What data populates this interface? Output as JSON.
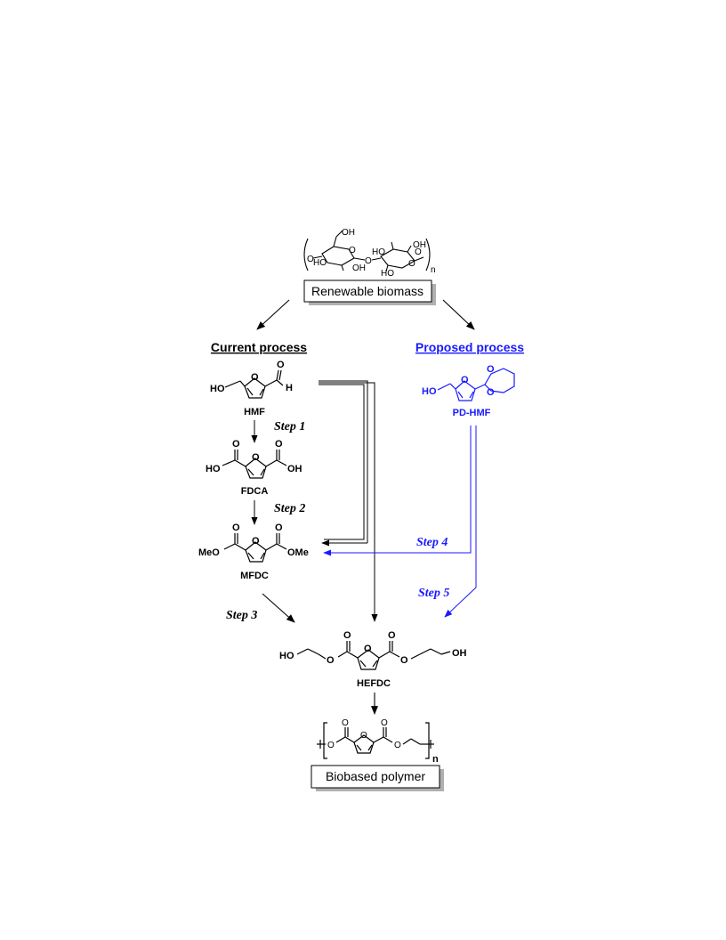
{
  "colors": {
    "black": "#000000",
    "blue": "#1a1aff"
  },
  "top": {
    "polymer_n": "n",
    "atoms": [
      "OH",
      "O",
      "O",
      "HO",
      "OH",
      "O",
      "HO",
      "OH",
      "O",
      "O",
      "HO"
    ],
    "box_label": "Renewable biomass"
  },
  "current": {
    "heading": "Current process",
    "hmf": {
      "name": "HMF",
      "atoms": [
        "HO",
        "O",
        "O",
        "H"
      ]
    },
    "step1": "Step 1",
    "fdca": {
      "name": "FDCA",
      "atoms": [
        "O",
        "O",
        "O",
        "HO",
        "OH"
      ]
    },
    "step2": "Step 2",
    "mfdc": {
      "name": "MFDC",
      "atoms": [
        "O",
        "O",
        "O",
        "MeO",
        "OMe"
      ]
    },
    "step3": "Step 3"
  },
  "proposed": {
    "heading": "Proposed process",
    "pdhmf": {
      "name": "PD-HMF",
      "atoms": [
        "HO",
        "O",
        "O",
        "O"
      ]
    },
    "step4": "Step 4",
    "step5": "Step 5"
  },
  "hefdc": {
    "name": "HEFDC",
    "atoms": [
      "HO",
      "O",
      "O",
      "O",
      "O",
      "O",
      "OH"
    ]
  },
  "bottom": {
    "atoms": [
      "O",
      "O",
      "O",
      "O",
      "O"
    ],
    "polymer_n": "n",
    "box_label": "Biobased polymer"
  }
}
